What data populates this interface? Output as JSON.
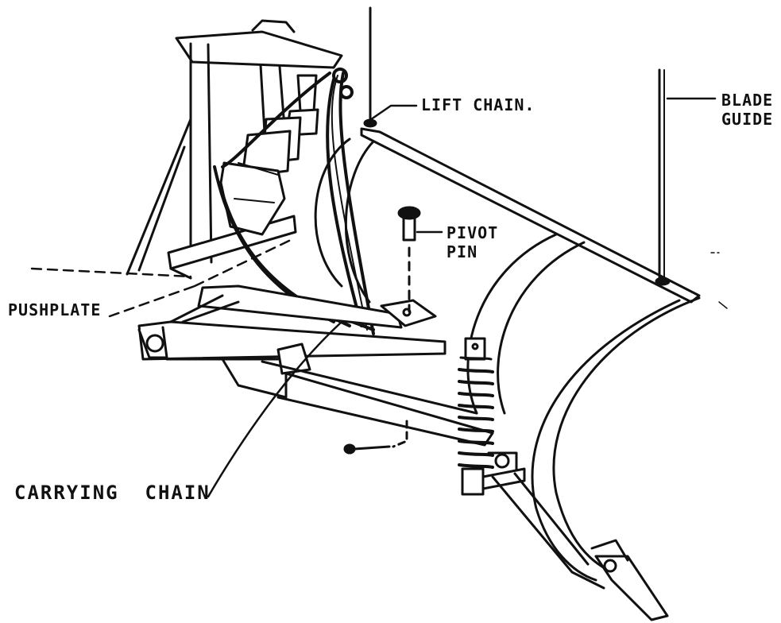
{
  "labels": {
    "lift_chain": "LIFT CHAIN.",
    "blade_guide_line1": "BLADE",
    "blade_guide_line2": "GUIDE",
    "pivot_pin_line1": "PIVOT",
    "pivot_pin_line2": "PIN",
    "pushplate": "PUSHPLATE",
    "carrying_chain": "CARRYING  CHAIN"
  },
  "colors": {
    "ink": "#111111",
    "paper": "#ffffff"
  }
}
